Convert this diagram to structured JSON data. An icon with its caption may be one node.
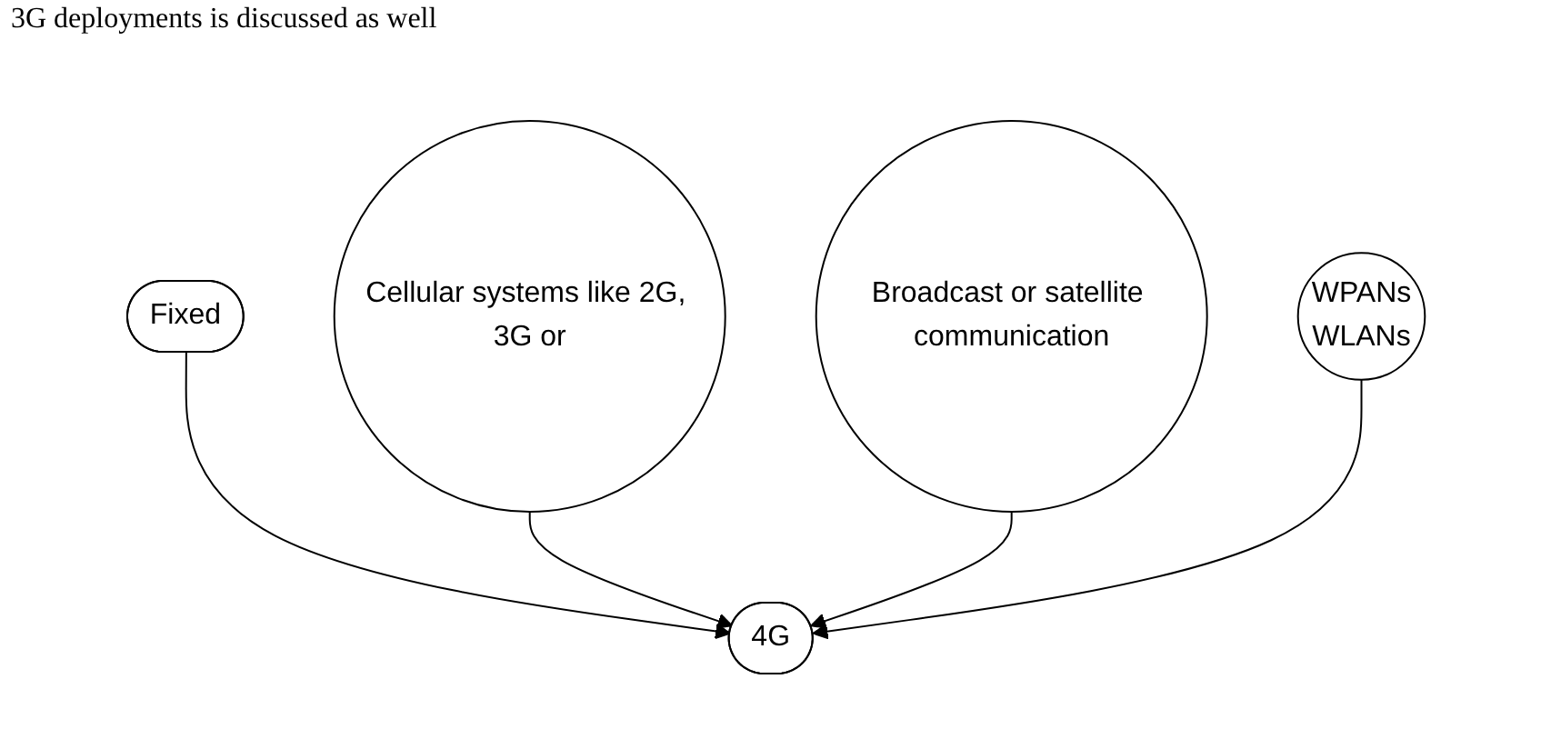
{
  "diagram": {
    "nodes": [
      {
        "text": [
          "Fixed"
        ]
      },
      {
        "text": [
          "Cellular systems like 2G, 3G or"
        ]
      },
      {
        "text": [
          "4G"
        ]
      },
      {
        "text": [
          "Broadcast or satellite communication"
        ]
      },
      {
        "text": [
          "WPANs",
          "WLANs"
        ]
      }
    ],
    "edges": [
      {
        "from": 0,
        "to": 2,
        "arrow": "to"
      },
      {
        "from": 1,
        "to": 2,
        "arrow": "to"
      },
      {
        "from": 3,
        "to": 2,
        "arrow": "to"
      },
      {
        "from": 4,
        "to": 2,
        "arrow": "to"
      }
    ],
    "labels": [
      "3G deployments is discussed as well"
    ]
  }
}
